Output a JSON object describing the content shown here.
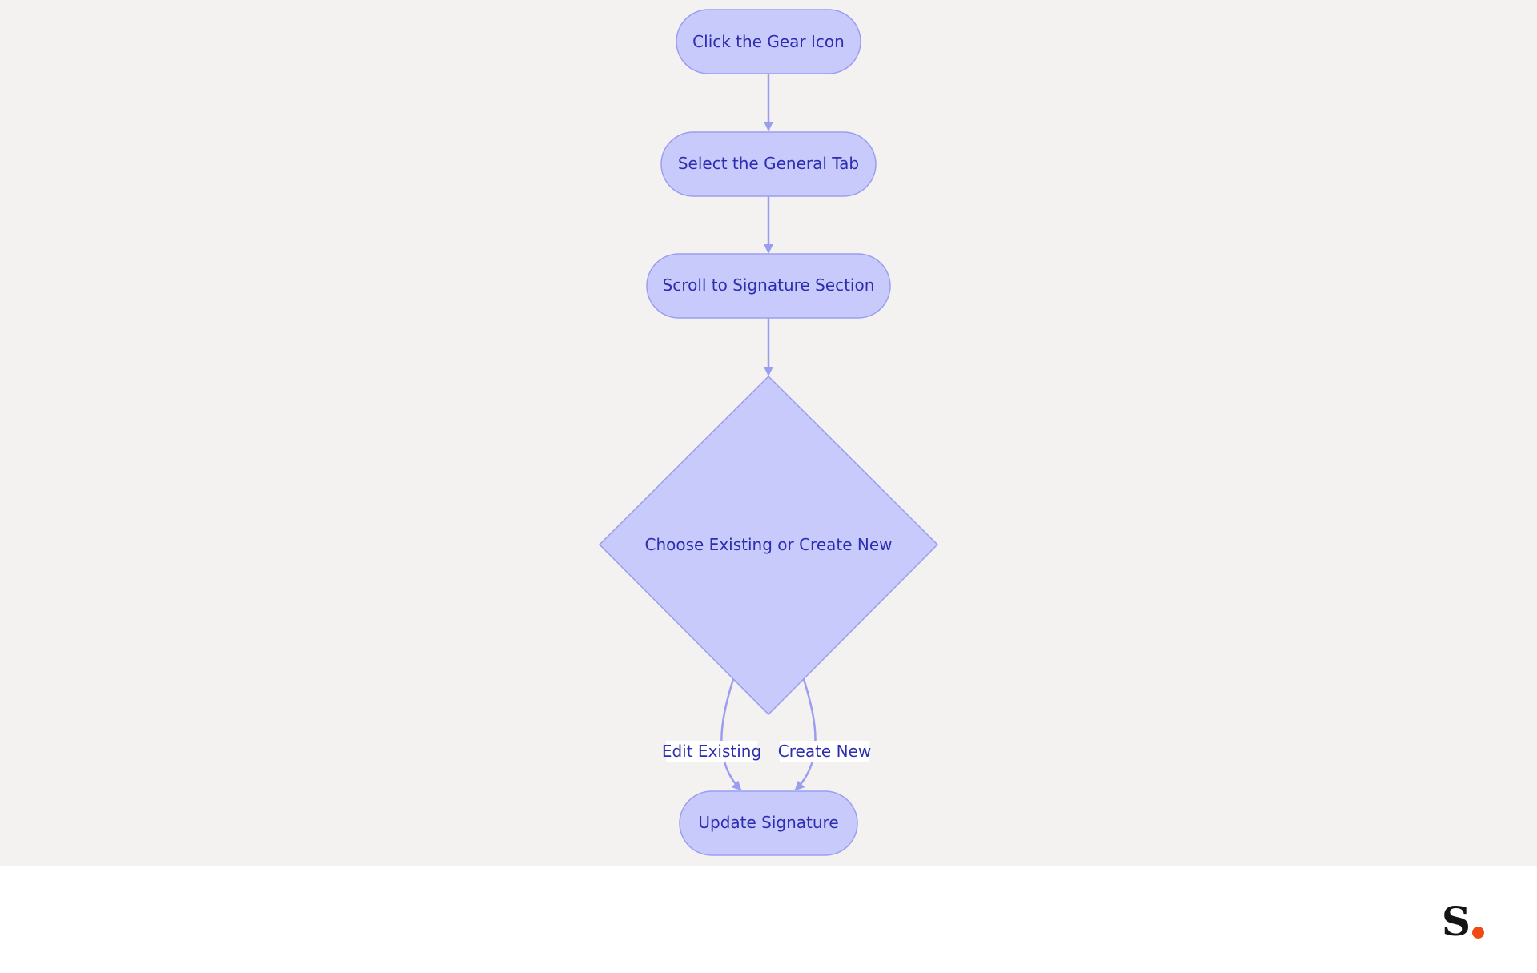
{
  "diagram": {
    "nodes": {
      "gear": "Click the Gear Icon",
      "general_tab": "Select the General Tab",
      "scroll": "Scroll to Signature Section",
      "choose": "Choose Existing or Create New",
      "update": "Update Signature"
    },
    "edges": {
      "edit_existing": "Edit Existing",
      "create_new": "Create New"
    },
    "colors": {
      "node_fill": "#c9cafc",
      "node_stroke": "#9b9ef0",
      "edge": "#9b9ef0",
      "text": "#2d2db0",
      "background": "#f3f2f1"
    }
  },
  "footer": {
    "logo": {
      "text": "S",
      "dot_color": "#f04a14"
    }
  }
}
